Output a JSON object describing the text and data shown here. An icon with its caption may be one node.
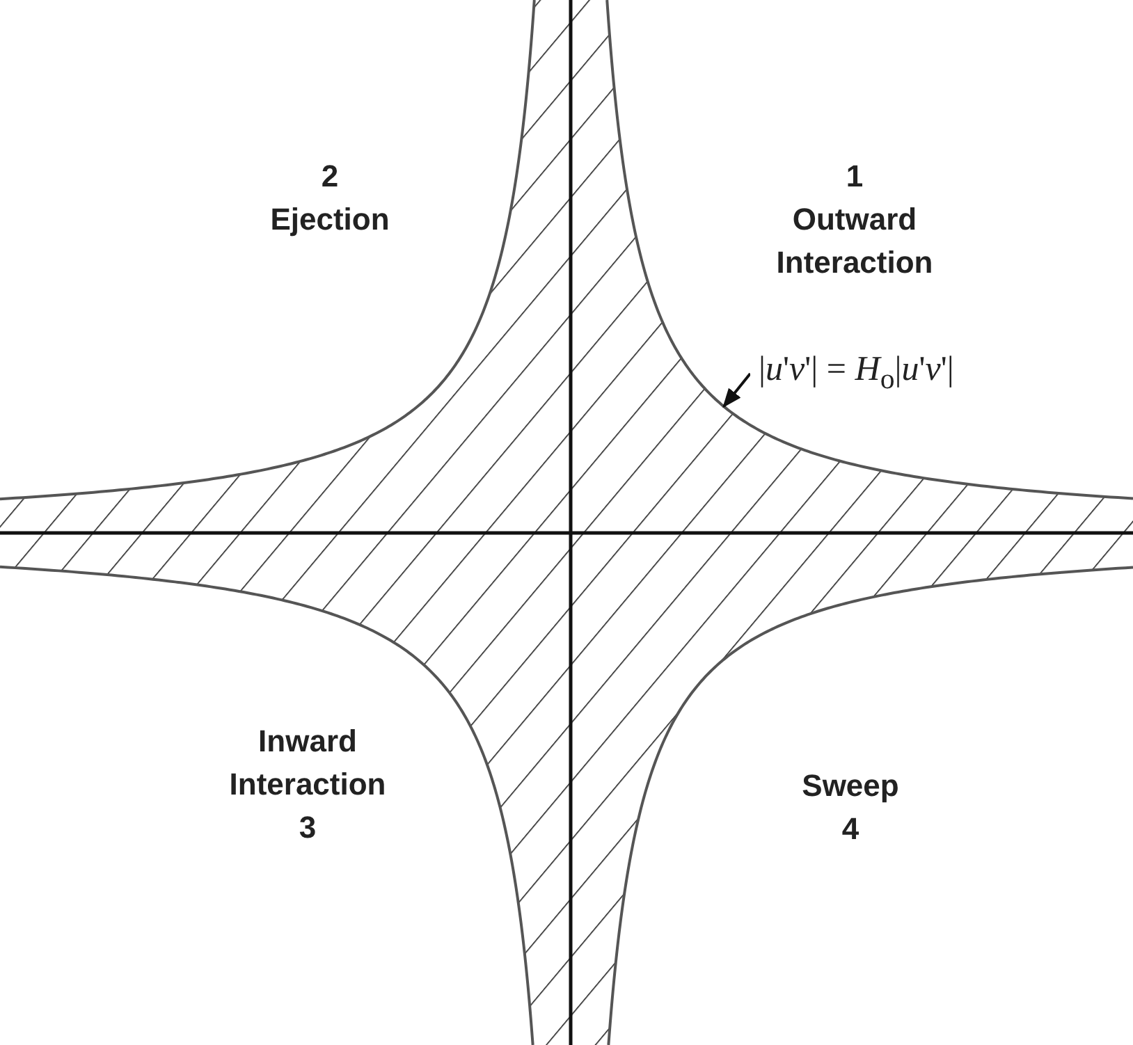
{
  "diagram": {
    "nodes": [
      {
        "text": [
          "|*u*'*v*'| = *H*$_{o}$|*u*'*v*'|"
        ]
      },
      {
        "text": [],
        "shape": "picture"
      }
    ],
    "edges": [
      {
        "from": 0,
        "to": 1,
        "arrow": "to"
      }
    ],
    "labels": [
      "2",
      "Ejection",
      "1",
      "Outward Interaction",
      "Inward Interaction",
      "3",
      "Sweep",
      "4"
    ]
  }
}
